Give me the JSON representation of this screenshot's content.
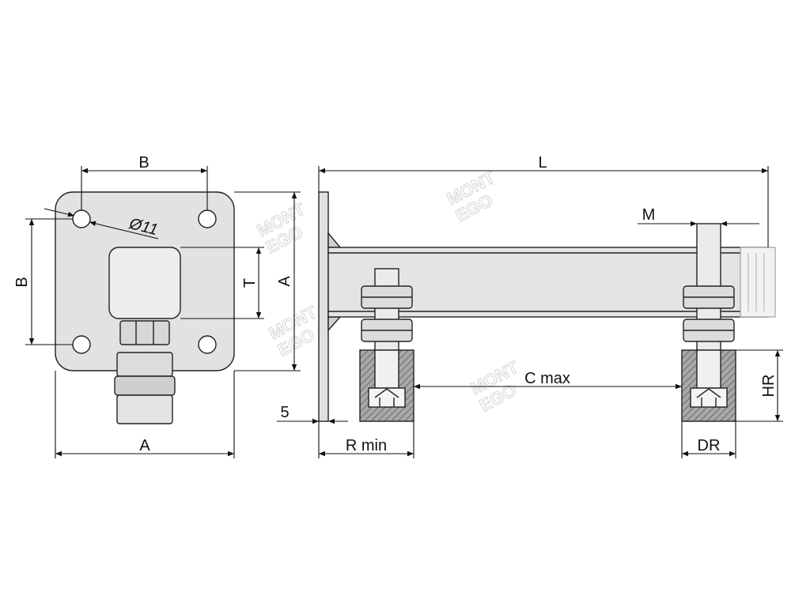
{
  "colors": {
    "part_fill": "#e2e2e2",
    "part_fill_light": "#ececec",
    "part_fill_dark": "#cfcfcf",
    "stroke": "#222222",
    "hatch_fill": "#9a9a9a",
    "watermark": "#d4d4d4"
  },
  "front_view": {
    "dim_top": "B",
    "dim_left": "B",
    "dim_hole": "Ø11",
    "dim_block": "T",
    "dim_right": "A",
    "dim_bottom": "A"
  },
  "side_view": {
    "dim_length": "L",
    "dim_thread": "M",
    "dim_height": "HR",
    "dim_span": "C max",
    "dim_plate": "5",
    "dim_rmin": "R min",
    "dim_dr": "DR"
  },
  "watermark": {
    "line1": "MONT",
    "line2": "EGO"
  }
}
